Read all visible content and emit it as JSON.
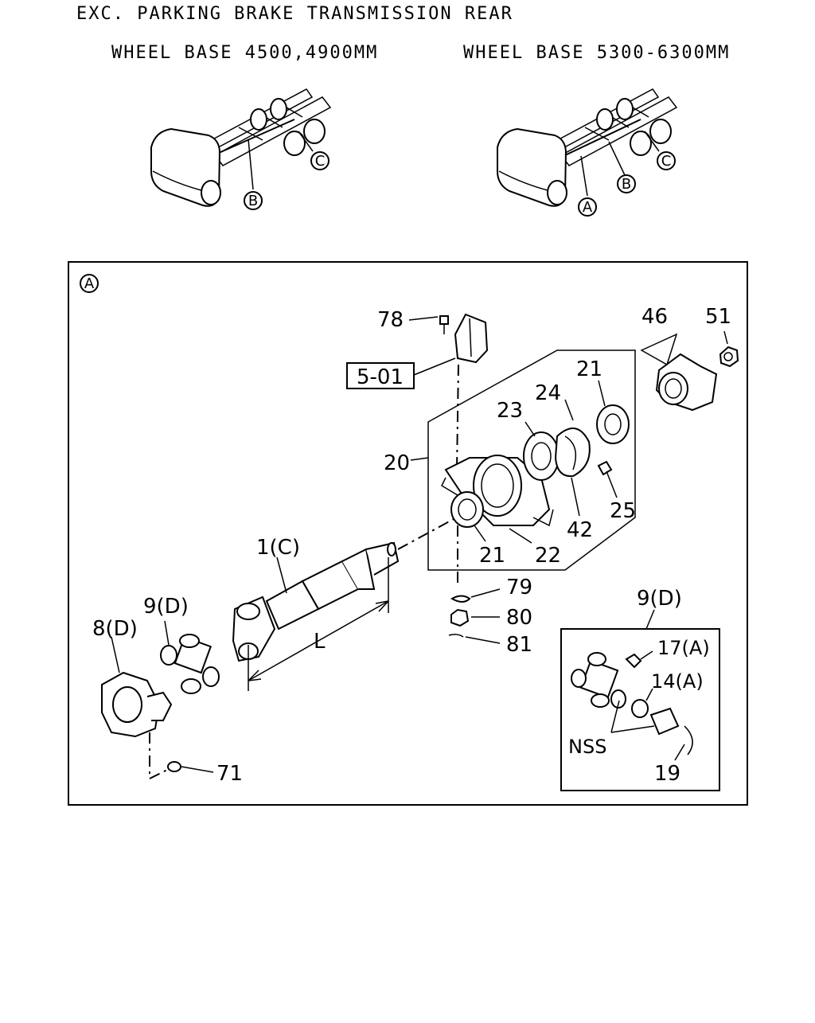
{
  "header": {
    "title": "EXC. PARKING BRAKE TRANSMISSION REAR",
    "wheelbase_left": "WHEEL BASE 4500,4900MM",
    "wheelbase_right": "WHEEL BASE 5300-6300MM"
  },
  "overview": {
    "left_callouts": [
      "B",
      "C"
    ],
    "right_callouts": [
      "A",
      "B",
      "C"
    ]
  },
  "detail": {
    "section_marker": "A",
    "ref_box": "5-01",
    "dimension_label": "L",
    "labels": {
      "p78": "78",
      "p46": "46",
      "p51": "51",
      "p21_top": "21",
      "p24": "24",
      "p23": "23",
      "p20": "20",
      "p25": "25",
      "p42": "42",
      "p21_bottom": "21",
      "p22": "22",
      "p1c": "1(C)",
      "p79": "79",
      "p80": "80",
      "p81": "81",
      "p9d_left": "9(D)",
      "p8d": "8(D)",
      "p71": "71",
      "p9d_right": "9(D)",
      "p17a": "17(A)",
      "p14a": "14(A)",
      "nss": "NSS",
      "p19": "19"
    }
  }
}
